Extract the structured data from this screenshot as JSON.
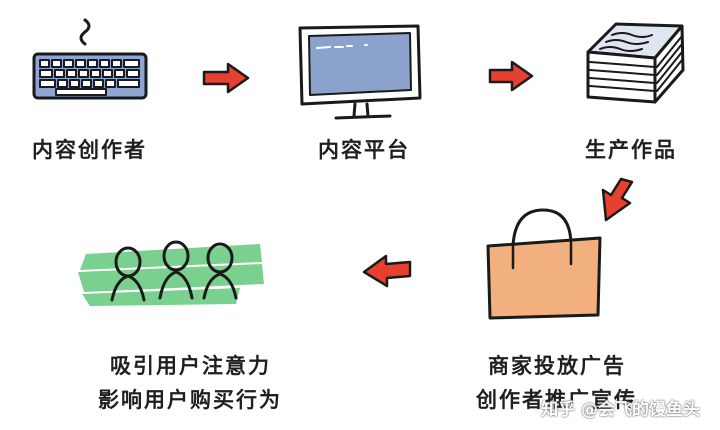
{
  "steps": {
    "creator": "内容创作者",
    "platform": "内容平台",
    "produce": "生产作品",
    "advertise_line1": "商家投放广告",
    "advertise_line2": "创作者推广宣传",
    "users_line1": "吸引用户注意力",
    "users_line2": "影响用户购买行为"
  },
  "watermark": "知乎 @会飞的馒鱼头",
  "colors": {
    "arrow": "#e8402e",
    "screen": "#8aa2cc",
    "keyboard": "#8fa6d4",
    "bag": "#f2b07e",
    "crowd_bg": "#7ad08e"
  },
  "icons": [
    "keyboard-icon",
    "monitor-icon",
    "paper-stack-icon",
    "shopping-bag-icon",
    "crowd-icon",
    "arrow-right-icon",
    "arrow-down-left-icon",
    "arrow-left-icon"
  ]
}
